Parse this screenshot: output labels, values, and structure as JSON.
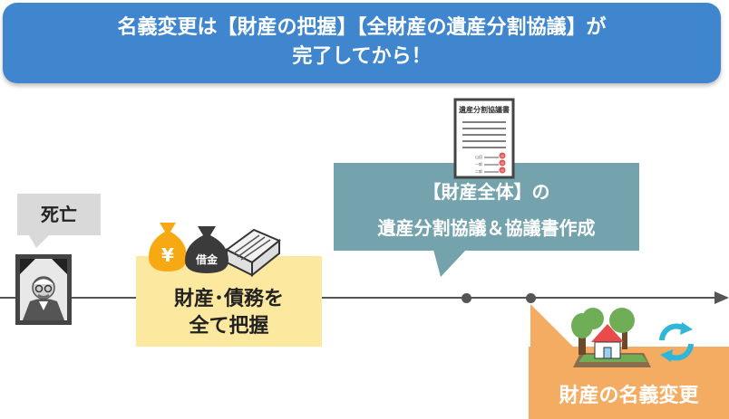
{
  "banner": {
    "line1": "名義変更は【財産の把握】【全財産の遺産分割協議】が",
    "line2": "完了してから！"
  },
  "steps": {
    "death": {
      "label": "死亡"
    },
    "assets": {
      "line1": "財産･債務を",
      "line2": "全て把握",
      "yen_symbol": "¥",
      "debt_label": "借金"
    },
    "agreement": {
      "line1": "【財産全体】の",
      "line2": "遺産分割協議＆協議書作成",
      "doc_title": "遺産分割協議書",
      "signature_names": [
        "山田",
        "一郎",
        "二郎"
      ],
      "seal_chars": [
        "印",
        "印",
        "印"
      ]
    },
    "transfer": {
      "label": "財産の名義変更"
    }
  },
  "colors": {
    "banner": "#3f86cf",
    "gray": "#d9d9d9",
    "yellow": "#fde8a0",
    "teal": "#74a3ad",
    "orange": "#f4ac63",
    "line": "#555555"
  }
}
